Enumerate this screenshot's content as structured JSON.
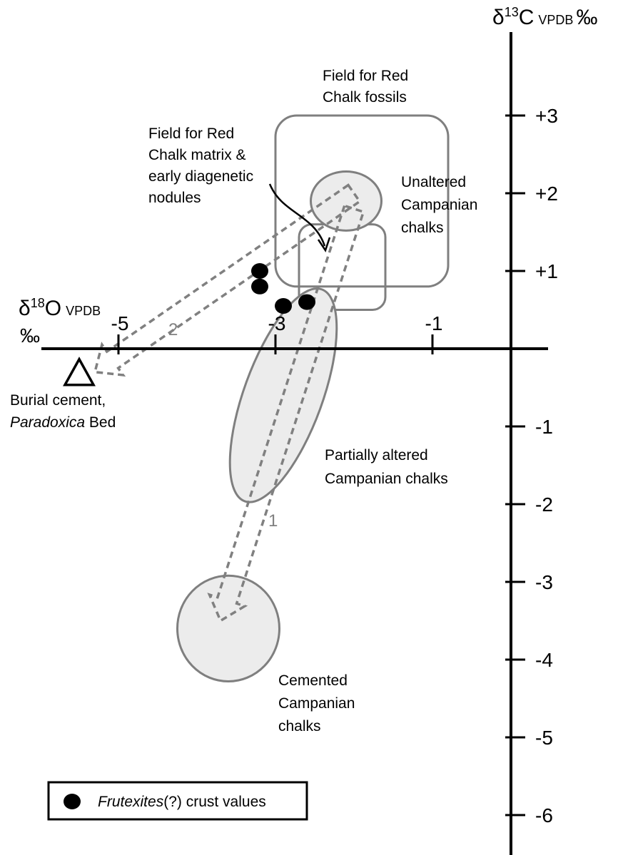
{
  "chart_data": {
    "type": "scatter",
    "x_axis": {
      "symbol": "δ",
      "superscript": "18",
      "element": "O",
      "subscript": "VPDB",
      "unit": "‰",
      "range": [
        -6,
        0.5
      ],
      "ticks": [
        -5,
        -3,
        -1
      ],
      "tick_labels": [
        "-5",
        "-3",
        "-1"
      ]
    },
    "y_axis": {
      "symbol": "δ",
      "superscript": "13",
      "element": "C",
      "subscript": "VPDB",
      "unit": "‰",
      "range": [
        -6.3,
        4.2
      ],
      "ticks": [
        3,
        2,
        1,
        -1,
        -2,
        -3,
        -4,
        -5,
        -6
      ],
      "tick_labels": [
        "+3",
        "+2",
        "+1",
        "-1",
        "-2",
        "-3",
        "-4",
        "-5",
        "-6"
      ]
    },
    "series": [
      {
        "name": "Frutexites(?) crust values",
        "points": [
          {
            "x": -3.2,
            "y": 1.0
          },
          {
            "x": -3.2,
            "y": 0.8
          },
          {
            "x": -2.9,
            "y": 0.55
          },
          {
            "x": -2.6,
            "y": 0.6
          }
        ]
      }
    ],
    "burial_cement": {
      "x": -5.5,
      "y": -0.3
    },
    "fields": {
      "red_chalk_fossils": {
        "x_min": -3.0,
        "x_max": -0.8,
        "y_min": 0.8,
        "y_max": 3.0
      },
      "red_chalk_matrix": {
        "x_min": -2.7,
        "x_max": -1.6,
        "y_min": 0.5,
        "y_max": 1.6
      },
      "unaltered": {
        "cx": -2.1,
        "cy": 1.9,
        "rx": 0.45,
        "ry": 0.38
      },
      "partially_altered": {
        "cx": -2.9,
        "cy": -0.6,
        "rx": 0.5,
        "ry": 1.45,
        "rotation": 20
      },
      "cemented": {
        "cx": -3.6,
        "cy": -3.6,
        "rx": 0.65,
        "ry": 0.68
      }
    },
    "trends": [
      {
        "label": "1",
        "from": {
          "x": -2.0,
          "y": 1.8
        },
        "to": {
          "x": -3.7,
          "y": -3.5
        }
      },
      {
        "label": "2",
        "from": {
          "x": -2.0,
          "y": 2.0
        },
        "to": {
          "x": -5.3,
          "y": -0.3
        }
      }
    ]
  },
  "labels": {
    "red_fossils": [
      "Field for Red",
      "Chalk fossils"
    ],
    "red_matrix": [
      "Field for Red",
      "Chalk matrix &",
      "early diagenetic",
      "nodules"
    ],
    "unaltered": [
      "Unaltered",
      "Campanian",
      "chalks"
    ],
    "partially_altered": [
      "Partially altered",
      "Campanian chalks"
    ],
    "cemented": [
      "Cemented",
      "Campanian",
      "chalks"
    ],
    "burial_line1": "Burial cement,",
    "burial_italic": "Paradoxica",
    "burial_rest": " Bed",
    "trend1": "1",
    "trend2": "2"
  },
  "legend": {
    "italic": "Frutexites",
    "rest": "(?) crust values"
  }
}
